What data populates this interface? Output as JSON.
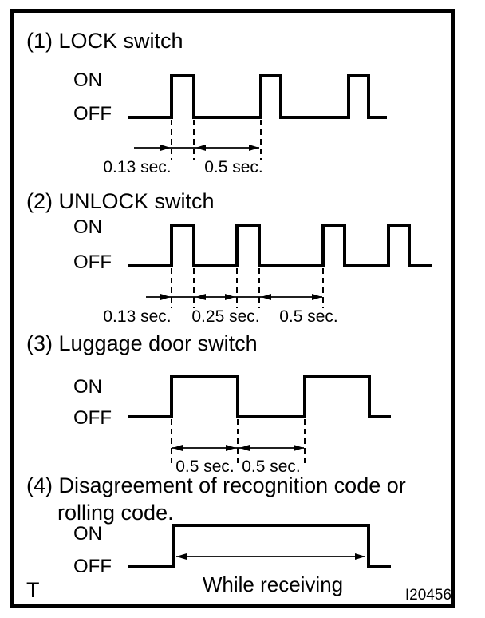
{
  "figure": {
    "footer_left": "T",
    "figure_id": "I20456"
  },
  "colors": {
    "ink": "#000000",
    "paper": "#ffffff"
  },
  "sections": [
    {
      "title": "(1) LOCK switch",
      "on_label": "ON",
      "off_label": "OFF",
      "dims": [
        "0.13 sec.",
        "0.5 sec."
      ]
    },
    {
      "title": "(2) UNLOCK switch",
      "on_label": "ON",
      "off_label": "OFF",
      "dims": [
        "0.13 sec.",
        "0.25 sec.",
        "0.5 sec."
      ]
    },
    {
      "title": "(3) Luggage door switch",
      "on_label": "ON",
      "off_label": "OFF",
      "dims": [
        "0.5 sec.",
        "0.5 sec."
      ]
    },
    {
      "title_line1": "(4) Disagreement of recognition code or",
      "title_line2": "rolling code.",
      "on_label": "ON",
      "off_label": "OFF",
      "receiving_label": "While receiving"
    }
  ],
  "chart_data": [
    {
      "type": "line",
      "subtype": "timing-waveform",
      "title": "(1) LOCK switch",
      "y_states": [
        "OFF",
        "ON"
      ],
      "pulse_count": 3,
      "pulse_on_sec": 0.13,
      "pulse_gap_sec": 0.5,
      "annotations": [
        "0.13 sec.",
        "0.5 sec."
      ]
    },
    {
      "type": "line",
      "subtype": "timing-waveform",
      "title": "(2) UNLOCK switch",
      "y_states": [
        "OFF",
        "ON"
      ],
      "pulse_count": 4,
      "pulse_on_sec": 0.13,
      "gap_after_pulse1_sec": 0.25,
      "gap_after_pulse2_sec": 0.5,
      "annotations": [
        "0.13 sec.",
        "0.25 sec.",
        "0.5 sec."
      ]
    },
    {
      "type": "line",
      "subtype": "timing-waveform",
      "title": "(3) Luggage door switch",
      "y_states": [
        "OFF",
        "ON"
      ],
      "pulse_count": 2,
      "pulse_on_sec": 0.5,
      "pulse_gap_sec": 0.5,
      "annotations": [
        "0.5 sec.",
        "0.5 sec."
      ]
    },
    {
      "type": "line",
      "subtype": "timing-waveform",
      "title": "(4) Disagreement of recognition code or rolling code.",
      "y_states": [
        "OFF",
        "ON"
      ],
      "pulse_count": 1,
      "pulse_on_duration": "While receiving",
      "annotations": [
        "While receiving"
      ]
    }
  ]
}
